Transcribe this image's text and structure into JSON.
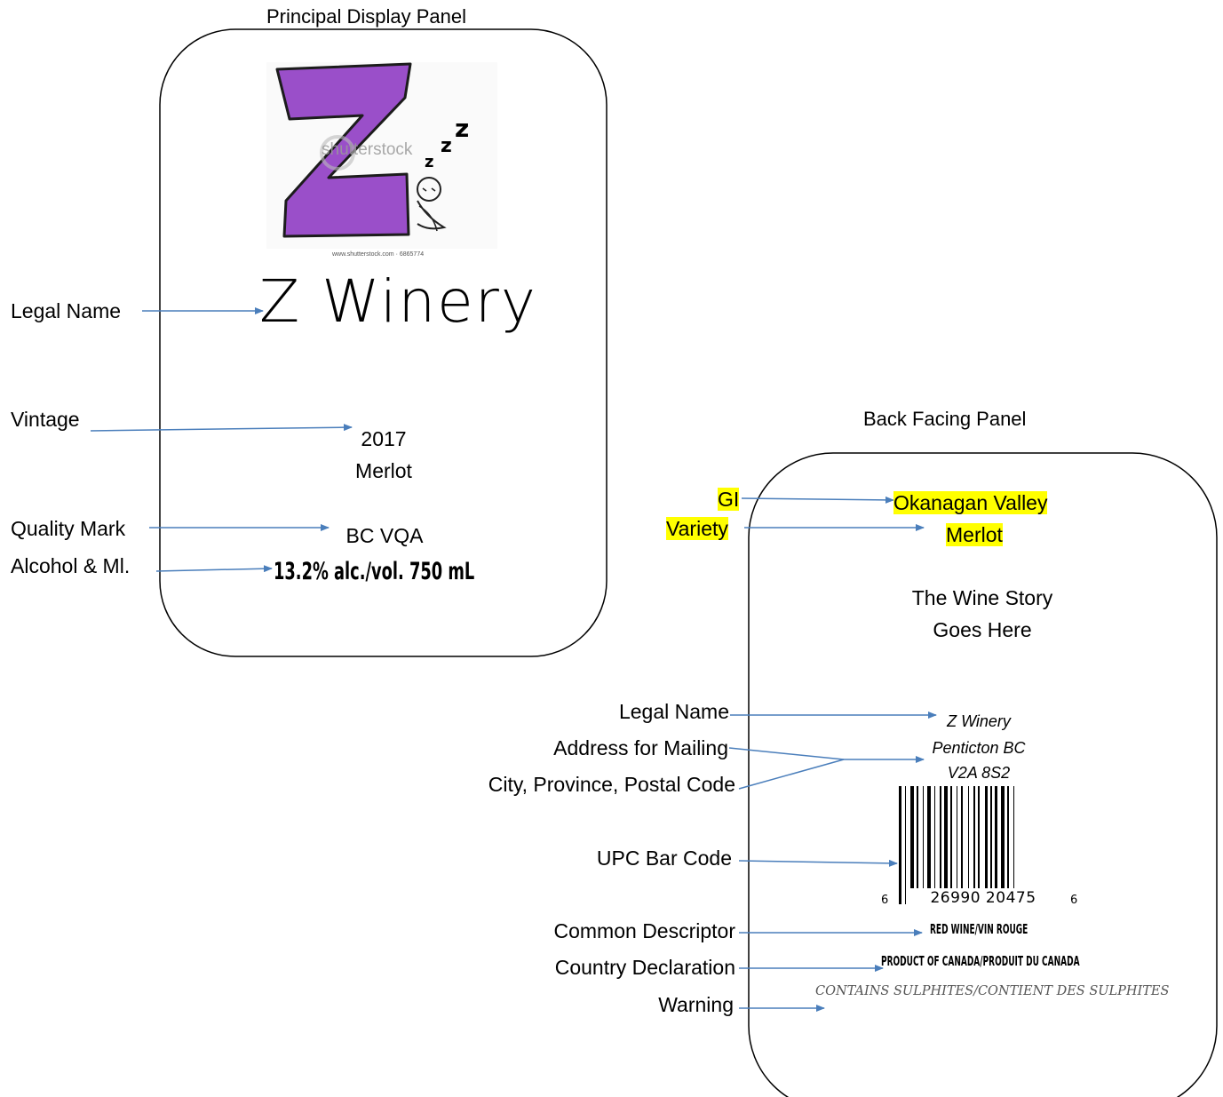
{
  "principal_panel": {
    "title": "Principal Display Panel",
    "logo": {
      "letter": "Z",
      "zzz": [
        "z",
        "z",
        "z"
      ],
      "watermark": "shutterstock",
      "watermark_url": "www.shutterstock.com · 6865774",
      "letter_color": "#9a4fc9"
    },
    "brand_name": "Z Winery",
    "vintage": "2017",
    "variety": "Merlot",
    "quality_mark": "BC VQA",
    "alcohol_volume": "13.2% alc./vol. 750 mL",
    "labels": {
      "legal_name": "Legal Name",
      "vintage": "Vintage",
      "quality_mark": "Quality Mark",
      "alcohol_ml": "Alcohol & Ml."
    }
  },
  "back_panel": {
    "title": "Back Facing Panel",
    "gi_value": "Okanagan Valley",
    "variety_value": "Merlot",
    "story_line1": "The Wine Story",
    "story_line2": "Goes Here",
    "legal_name": "Z Winery",
    "city_province": "Penticton BC",
    "postal_code": "V2A 8S2",
    "barcode": {
      "left_digit": "6",
      "digits": "26990 20475",
      "right_digit": "6"
    },
    "common_descriptor": "RED WINE/VIN ROUGE",
    "country_declaration": "PRODUCT OF CANADA/PRODUIT DU CANADA",
    "warning": "CONTAINS SULPHITES/CONTIENT DES SULPHITES",
    "labels": {
      "gi": "GI",
      "variety": "Variety",
      "legal_name": "Legal Name",
      "address": "Address for Mailing",
      "city": "City, Province, Postal Code",
      "upc": "UPC Bar Code",
      "common_descriptor": "Common Descriptor",
      "country_declaration": "Country Declaration",
      "warning": "Warning"
    }
  },
  "colors": {
    "arrow": "#4a7ebb",
    "highlight": "#ffff00",
    "outline": "#000000"
  }
}
